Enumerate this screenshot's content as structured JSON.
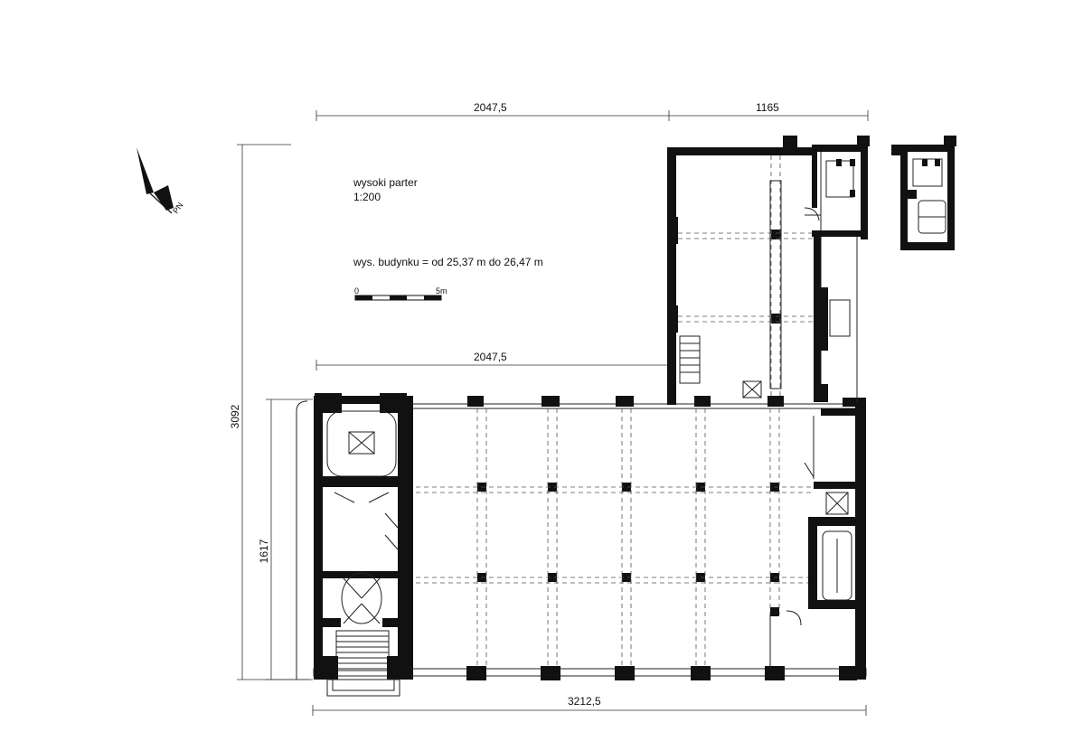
{
  "title": "wysoki parter",
  "scale": "1:200",
  "building_height": "wys. budynku = od 25,37 m do 26,47 m",
  "scale_bar": {
    "start": "0",
    "end": "5m"
  },
  "north_label": "PN",
  "dimensions": {
    "top_left": "2047,5",
    "top_right": "1165",
    "middle": "2047,5",
    "bottom": "3212,5",
    "left_outer": "3092",
    "left_inner": "1617"
  }
}
